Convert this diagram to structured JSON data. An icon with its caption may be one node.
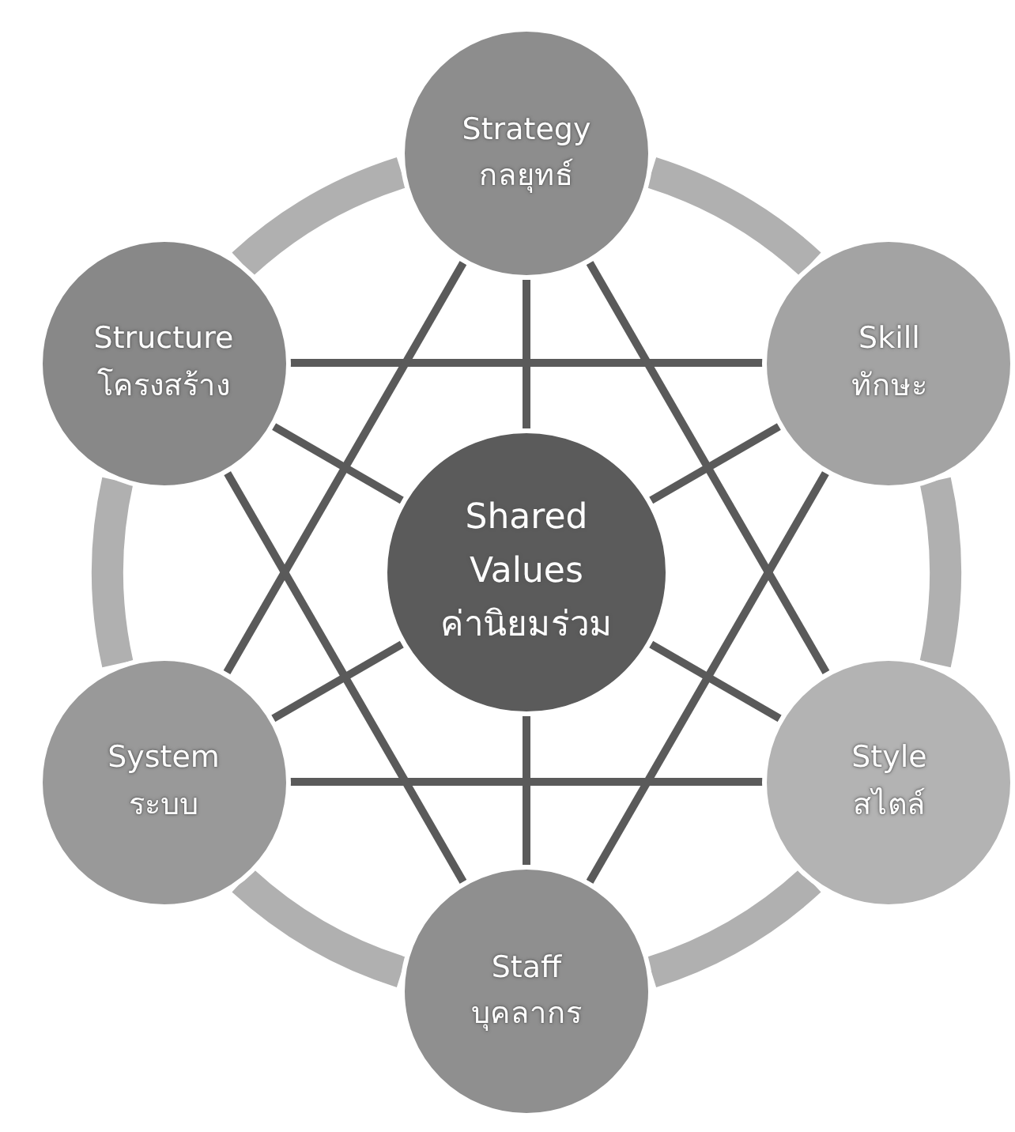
{
  "diagram": {
    "nodes": [
      {
        "text": [
          "Strategy",
          "กลยุทธ์"
        ]
      },
      {
        "text": [
          "Skill",
          "ทักษะ"
        ]
      },
      {
        "text": [
          "Style",
          "สไตล์"
        ]
      },
      {
        "text": [
          "Staff",
          "บุคลากร"
        ]
      },
      {
        "text": [
          "System",
          "ระบบ"
        ]
      },
      {
        "text": [
          "Structure",
          "โครงสร้าง"
        ]
      },
      {
        "text": [
          "Shared Values",
          "ค่านิยมร่วม"
        ]
      }
    ],
    "edges": [
      {
        "from": 0,
        "to": 1,
        "arrow": "none",
        "style": "thick"
      },
      {
        "from": 1,
        "to": 2,
        "arrow": "none",
        "style": "thick"
      },
      {
        "from": 2,
        "to": 3,
        "arrow": "none",
        "style": "thick"
      },
      {
        "from": 3,
        "to": 4,
        "arrow": "none",
        "style": "thick"
      },
      {
        "from": 4,
        "to": 5,
        "arrow": "none",
        "style": "thick"
      },
      {
        "from": 5,
        "to": 0,
        "arrow": "none",
        "style": "thick"
      },
      {
        "from": 5,
        "to": 1,
        "arrow": "none"
      },
      {
        "from": 0,
        "to": 2,
        "arrow": "none"
      },
      {
        "from": 1,
        "to": 3,
        "arrow": "none"
      },
      {
        "from": 4,
        "to": 2,
        "arrow": "none"
      },
      {
        "from": 0,
        "to": 4,
        "arrow": "none"
      },
      {
        "from": 5,
        "to": 3,
        "arrow": "none"
      },
      {
        "from": 0,
        "to": 6,
        "arrow": "none"
      },
      {
        "from": 1,
        "to": 6,
        "arrow": "none"
      },
      {
        "from": 2,
        "to": 6,
        "arrow": "none"
      },
      {
        "from": 3,
        "to": 6,
        "arrow": "none"
      },
      {
        "from": 4,
        "to": 6,
        "arrow": "none"
      },
      {
        "from": 5,
        "to": 6,
        "arrow": "none"
      }
    ]
  }
}
